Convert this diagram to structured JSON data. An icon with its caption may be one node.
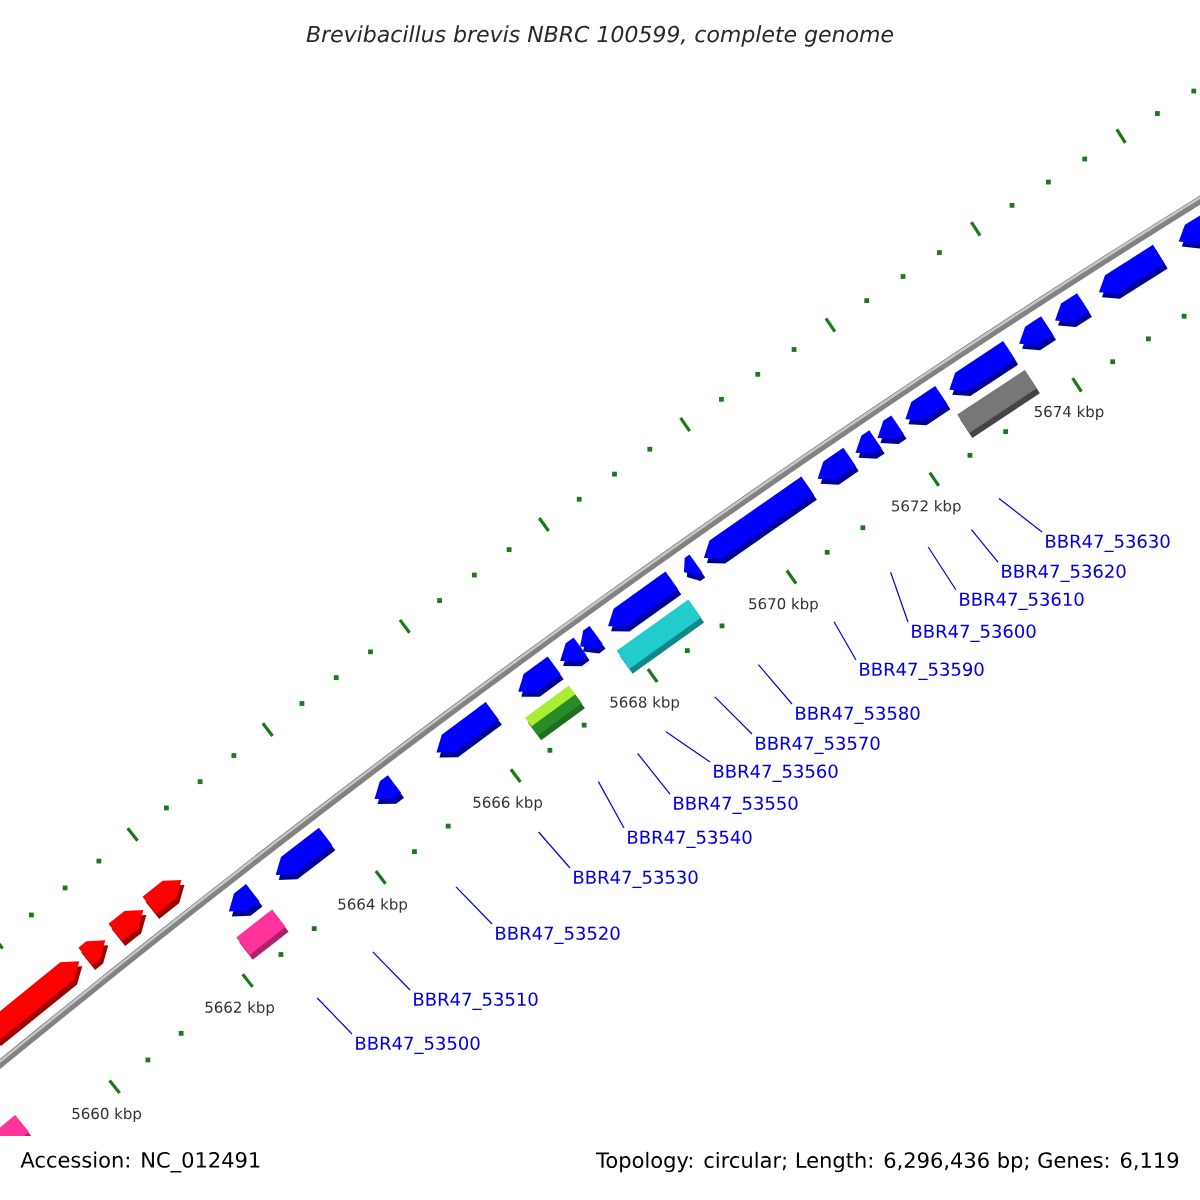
{
  "diagram": {
    "title": "Brevibacillus brevis NBRC 100599, complete genome",
    "nodes": [
      {
        "text": [
          "BBR47_53630"
        ]
      },
      {
        "text": [
          "BBR47_53620"
        ]
      },
      {
        "text": [
          "BBR47_53610"
        ]
      },
      {
        "text": [
          "BBR47_53600"
        ]
      },
      {
        "text": [
          "BBR47_53590"
        ]
      },
      {
        "text": [
          "BBR47_53580"
        ]
      },
      {
        "text": [
          "BBR47_53570"
        ]
      },
      {
        "text": [
          "BBR47_53560"
        ]
      },
      {
        "text": [
          "BBR47_53550"
        ]
      },
      {
        "text": [
          "BBR47_53540"
        ]
      },
      {
        "text": [
          "BBR47_53530"
        ]
      },
      {
        "text": [
          "BBR47_53520"
        ]
      },
      {
        "text": [
          "BBR47_53510"
        ]
      },
      {
        "text": [
          "BBR47_53500"
        ]
      }
    ],
    "edges": [
      {
        "from": 0,
        "to": null,
        "arrow": "none"
      },
      {
        "from": 1,
        "to": null,
        "arrow": "none"
      },
      {
        "from": 2,
        "to": null,
        "arrow": "none"
      },
      {
        "from": 3,
        "to": null,
        "arrow": "none"
      },
      {
        "from": 4,
        "to": null,
        "arrow": "none"
      },
      {
        "from": 5,
        "to": null,
        "arrow": "none"
      },
      {
        "from": 6,
        "to": null,
        "arrow": "none"
      },
      {
        "from": 7,
        "to": null,
        "arrow": "none"
      },
      {
        "from": 8,
        "to": null,
        "arrow": "none"
      },
      {
        "from": 9,
        "to": null,
        "arrow": "none"
      },
      {
        "from": 10,
        "to": null,
        "arrow": "none"
      },
      {
        "from": 11,
        "to": null,
        "arrow": "none"
      },
      {
        "from": 12,
        "to": null,
        "arrow": "none"
      },
      {
        "from": 13,
        "to": null,
        "arrow": "none"
      }
    ],
    "labels": [
      "5674 kbp",
      "5672 kbp",
      "5670 kbp",
      "5668 kbp",
      "5666 kbp",
      "5664 kbp",
      "5662 kbp",
      "5660 kbp",
      "Accession: NC_012491",
      "Topology: circular; Length: 6,296,436 bp; Genes: 6,119"
    ]
  }
}
